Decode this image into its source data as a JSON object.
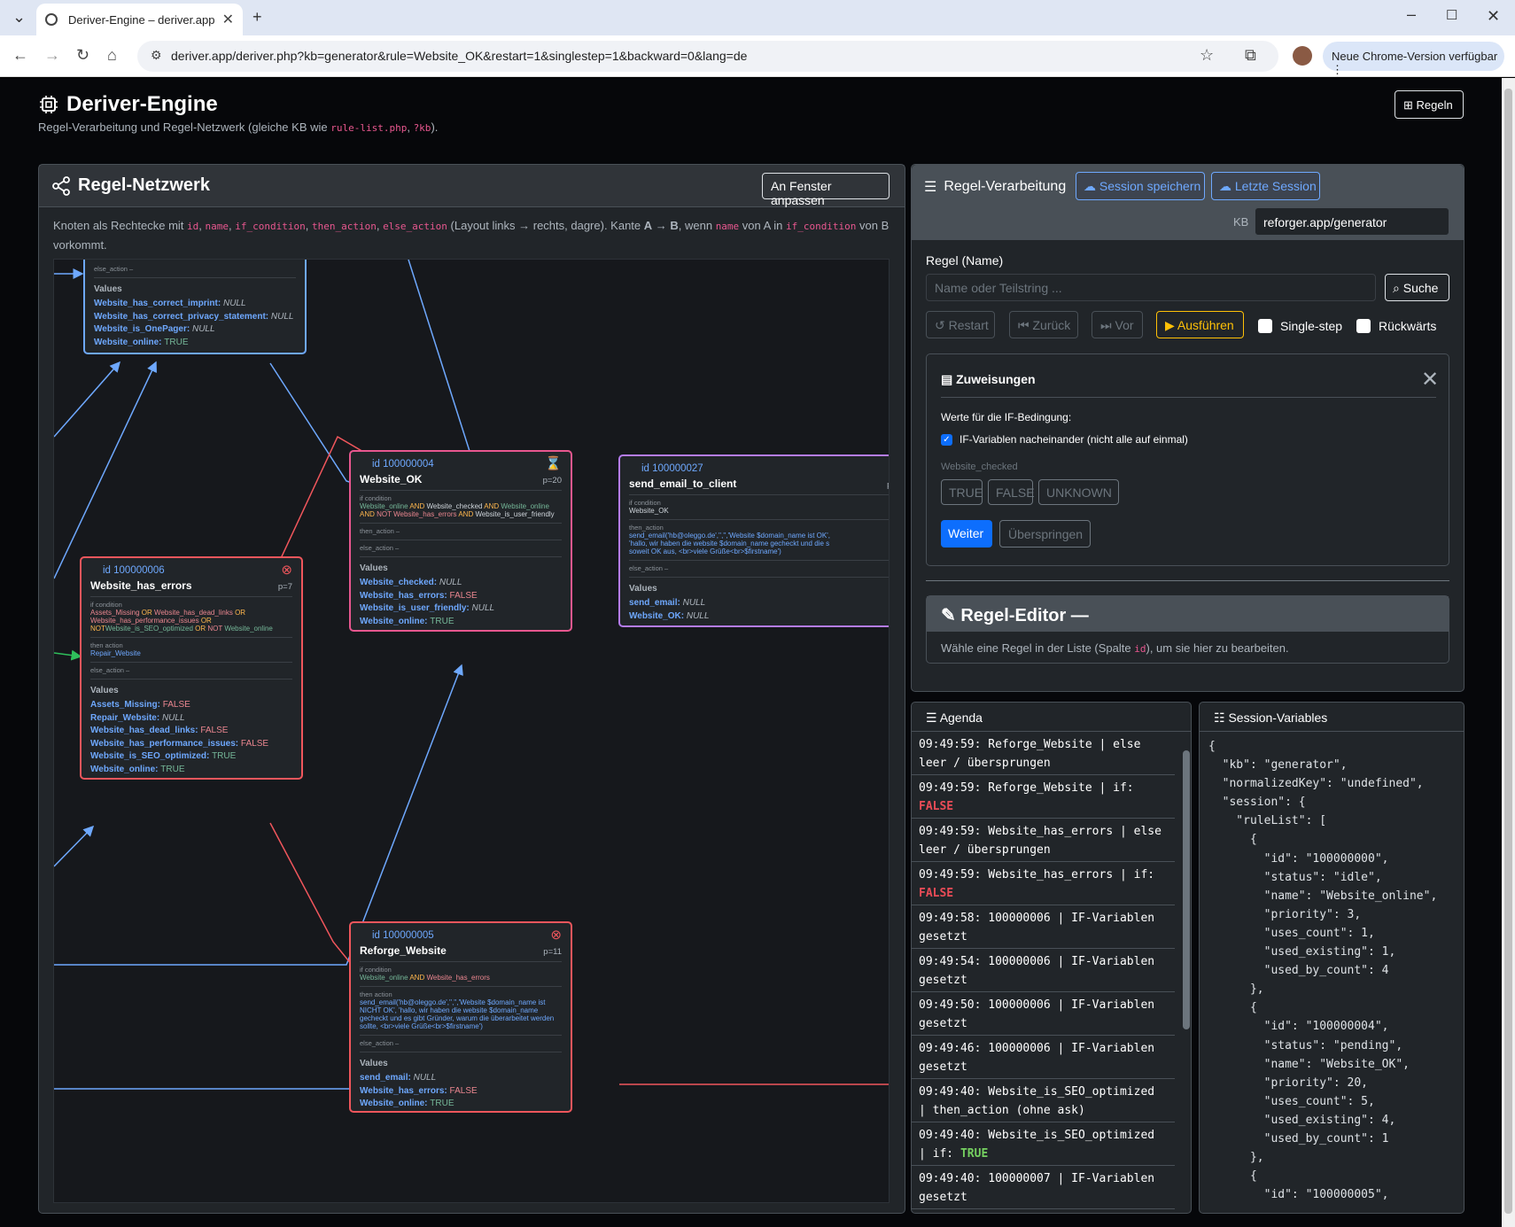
{
  "browser": {
    "tab_title": "Deriver-Engine – deriver.app",
    "url": "deriver.app/deriver.php?kb=generator&rule=Website_OK&restart=1&singlestep=1&backward=0&lang=de",
    "update_label": "Neue Chrome-Version verfügbar"
  },
  "header": {
    "title": "Deriver-Engine",
    "subtitle_pre": "Regel-Verarbeitung und Regel-Netzwerk (gleiche KB wie ",
    "subtitle_code1": "rule-list.php",
    "subtitle_mid": ", ",
    "subtitle_code2": "?kb",
    "subtitle_post": ").",
    "rules_button": "Regeln"
  },
  "network": {
    "title": "Regel-Netzwerk",
    "fit_button": "An Fenster anpassen",
    "desc": {
      "p1": "Knoten als Rechtecke mit ",
      "c1": "id",
      "s1": ", ",
      "c2": "name",
      "s2": ", ",
      "c3": "if_condition",
      "s3": ", ",
      "c4": "then_action",
      "s4": ", ",
      "c5": "else_action",
      "p2": " (Layout links → rechts, dagre). Kante ",
      "a": "A",
      "arrow": " → ",
      "b": "B",
      "p3": ", wenn ",
      "c6": "name",
      "p4": " von A in ",
      "c7": "if_condition",
      "p5": " von B vorkommt."
    },
    "nodes": {
      "top": {
        "else_label": "else_action –",
        "values_label": "Values",
        "values": [
          {
            "k": "Website_has_correct_imprint:",
            "v": "NULL"
          },
          {
            "k": "Website_has_correct_privacy_statement:",
            "v": "NULL"
          },
          {
            "k": "Website_is_OnePager:",
            "v": "NULL"
          },
          {
            "k": "Website_online:",
            "v": "TRUE"
          }
        ]
      },
      "n4": {
        "id": "id 100000004",
        "name": "Website_OK",
        "prio": "p=20",
        "if_label": "if condition",
        "cond": [
          [
            "Website_online",
            "g"
          ],
          [
            " AND ",
            "o"
          ],
          [
            "Website_checked",
            "w"
          ],
          [
            " AND ",
            "o"
          ],
          [
            "Website_online",
            "g"
          ],
          [
            " AND ",
            "o"
          ],
          [
            "NOT ",
            "r"
          ],
          [
            "Website_has_errors",
            "r"
          ],
          [
            " AND ",
            "o"
          ],
          [
            "Website_is_user_friendly",
            "w"
          ]
        ],
        "then_label": "then_action –",
        "else_label": "else_action –",
        "values_label": "Values",
        "values": [
          {
            "k": "Website_checked:",
            "v": "NULL"
          },
          {
            "k": "Website_has_errors:",
            "v": "FALSE"
          },
          {
            "k": "Website_is_user_friendly:",
            "v": "NULL"
          },
          {
            "k": "Website_online:",
            "v": "TRUE"
          }
        ]
      },
      "n27": {
        "id": "id 100000027",
        "name": "send_email_to_client",
        "prio": "p=",
        "if_label": "if condition",
        "cond_text": "Website_OK",
        "then_label": "then_action",
        "then_text": "send_email('hb@oleggo.de','','','Website $domain_name ist OK', 'hallo, wir haben die website $domain_name gecheckt und die s soweit OK aus, <br>viele Grüße<br>$firstname')",
        "else_label": "else_action –",
        "values_label": "Values",
        "values": [
          {
            "k": "send_email:",
            "v": "NULL"
          },
          {
            "k": "Website_OK:",
            "v": "NULL"
          }
        ]
      },
      "n6": {
        "id": "id 100000006",
        "name": "Website_has_errors",
        "prio": "p=7",
        "if_label": "if condition",
        "cond": [
          [
            "Assets_Missing",
            "r"
          ],
          [
            " OR ",
            "o"
          ],
          [
            "Website_has_dead_links",
            "r"
          ],
          [
            " OR ",
            "o"
          ],
          [
            "Website_has_performance_issues",
            "r"
          ],
          [
            " OR NOT",
            "o"
          ],
          [
            "Website_is_SEO_optimized",
            "g"
          ],
          [
            " OR ",
            "o"
          ],
          [
            "NOT ",
            "r"
          ],
          [
            "Website_online",
            "g"
          ]
        ],
        "then_label": "then action",
        "then_text": "Repair_Website",
        "else_label": "else_action –",
        "values_label": "Values",
        "values": [
          {
            "k": "Assets_Missing:",
            "v": "FALSE"
          },
          {
            "k": "Repair_Website:",
            "v": "NULL"
          },
          {
            "k": "Website_has_dead_links:",
            "v": "FALSE"
          },
          {
            "k": "Website_has_performance_issues:",
            "v": "FALSE"
          },
          {
            "k": "Website_is_SEO_optimized:",
            "v": "TRUE"
          },
          {
            "k": "Website_online:",
            "v": "TRUE"
          }
        ]
      },
      "n5": {
        "id": "id 100000005",
        "name": "Reforge_Website",
        "prio": "p=11",
        "if_label": "if condition",
        "cond": [
          [
            "Website_online",
            "g"
          ],
          [
            " AND ",
            "o"
          ],
          [
            "Website_has_errors",
            "r"
          ]
        ],
        "then_label": "then action",
        "then_text": "send_email('hb@oleggo.de','','','Website $domain_name ist NICHT OK', 'hallo, wir haben die website $domain_name gecheckt und es gibt Gründer, warum die überarbeitet werden sollte, <br>viele Grüße<br>$firstname')",
        "else_label": "else_action –",
        "values_label": "Values",
        "values": [
          {
            "k": "send_email:",
            "v": "NULL"
          },
          {
            "k": "Website_has_errors:",
            "v": "FALSE"
          },
          {
            "k": "Website_online:",
            "v": "TRUE"
          }
        ]
      }
    }
  },
  "processing": {
    "title": "Regel-Verarbeitung",
    "save_session": "Session speichern",
    "last_session": "Letzte Session",
    "kb_label": "KB",
    "kb_value": "reforger.app/generator",
    "rule_label": "Regel (Name)",
    "rule_placeholder": "Name oder Teilstring ...",
    "search_button": "Suche",
    "restart": "Restart",
    "back": "Zurück",
    "forward": "Vor",
    "run": "Ausführen",
    "single_step": "Single-step",
    "backward": "Rückwärts",
    "assign": {
      "title": "Zuweisungen",
      "question": "Werte für die IF-Bedingung:",
      "sequential": "IF-Variablen nacheinander (nicht alle auf einmal)",
      "var": "Website_checked",
      "true": "TRUE",
      "false": "FALSE",
      "unknown": "UNKNOWN",
      "next": "Weiter",
      "skip": "Überspringen"
    },
    "editor": {
      "title": "Regel-Editor —",
      "hint_pre": "Wähle eine Regel in der Liste (Spalte ",
      "hint_code": "id",
      "hint_post": "), um sie hier zu bearbeiten."
    }
  },
  "agenda": {
    "title": "Agenda",
    "entries": [
      {
        "text": "09:49:59: Reforge_Website | else leer / übersprungen",
        "flag": ""
      },
      {
        "text": "09:49:59: Reforge_Website | if: ",
        "flag": "FALSE"
      },
      {
        "text": "09:49:59: Website_has_errors | else leer / übersprungen",
        "flag": ""
      },
      {
        "text": "09:49:59: Website_has_errors | if: ",
        "flag": "FALSE"
      },
      {
        "text": "09:49:58: 100000006 | IF-Variablen gesetzt",
        "flag": ""
      },
      {
        "text": "09:49:54: 100000006 | IF-Variablen gesetzt",
        "flag": ""
      },
      {
        "text": "09:49:50: 100000006 | IF-Variablen gesetzt",
        "flag": ""
      },
      {
        "text": "09:49:46: 100000006 | IF-Variablen gesetzt",
        "flag": ""
      },
      {
        "text": "09:49:40: Website_is_SEO_optimized | then_action (ohne ask)",
        "flag": ""
      },
      {
        "text": "09:49:40: Website_is_SEO_optimized | if: ",
        "flag": "TRUE"
      },
      {
        "text": "09:49:40: 100000007 | IF-Variablen gesetzt",
        "flag": ""
      }
    ]
  },
  "session": {
    "title": "Session-Variables",
    "json_text": "{\n  \"kb\": \"generator\",\n  \"normalizedKey\": \"undefined\",\n  \"session\": {\n    \"ruleList\": [\n      {\n        \"id\": \"100000000\",\n        \"status\": \"idle\",\n        \"name\": \"Website_online\",\n        \"priority\": 3,\n        \"uses_count\": 1,\n        \"used_existing\": 1,\n        \"used_by_count\": 4\n      },\n      {\n        \"id\": \"100000004\",\n        \"status\": \"pending\",\n        \"name\": \"Website_OK\",\n        \"priority\": 20,\n        \"uses_count\": 5,\n        \"used_existing\": 4,\n        \"used_by_count\": 1\n      },\n      {\n        \"id\": \"100000005\","
  },
  "colors": {
    "blue": "#6ea8fe",
    "red": "#f0565c",
    "pink": "#e8578f",
    "purple": "#b57cf3",
    "orange": "#ffc107"
  }
}
